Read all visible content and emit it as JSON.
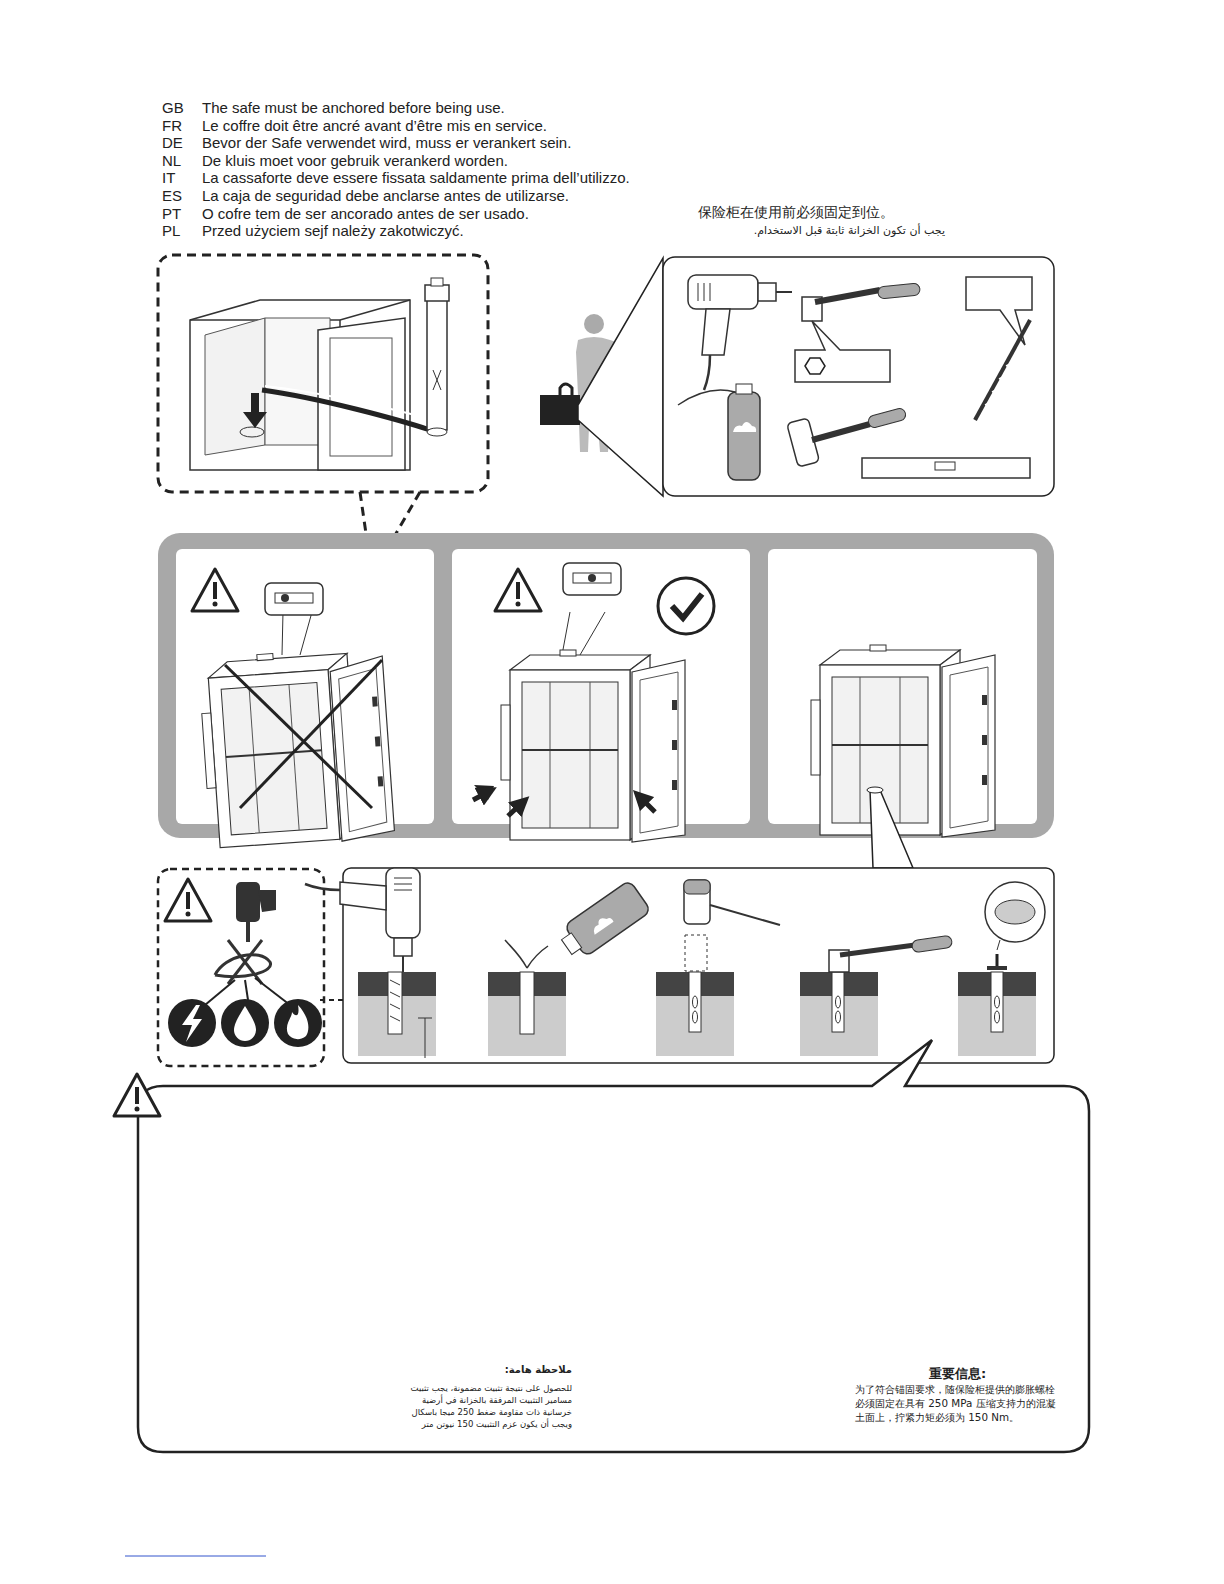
{
  "diagram": {
    "nodes": [
      {
        "text": [
          "ملاحظة هامة:",
          "للحصول على نتيجة تثبيت مضمونة، يجب تثبيت مسامير التثبيت المرفقة بالخزانة في أرضية خرسانية ذات مقاومة ضغط 250 ميجا باسكال ويجب أن يكون عزم التثبيت 150 نيوتن متر",
          "重要信息:",
          "为了符合锚固要求，随保险柜提供的膨胀螺栓必须固定在具有 250 MPa 压缩支持力的混凝土面上，拧紧力矩必须为 150 Nm。"
        ]
      }
    ],
    "labels": [
      "GB",
      "The safe must be anchored before being use.",
      "FR",
      "Le coffre doit être ancré avant d’être mis en service.",
      "DE",
      "Bevor der Safe verwendet wird, muss er verankert sein.",
      "NL",
      "De kluis moet voor gebruik verankerd worden.",
      "IT",
      "La cassaforte deve essere fissata saldamente prima dell’utilizzo.",
      "ES",
      "La caja de seguridad debe anclarse antes de utilizarse.",
      "PT",
      "O cofre tem de ser ancorado antes de ser usado.",
      "PL",
      "Przed użyciem sejf należy zakotwiczyć.",
      "保险柜在使用前必须固定到位。",
      "يجب أن تكون الخزانة ثابتة قبل الاستخدام."
    ]
  }
}
